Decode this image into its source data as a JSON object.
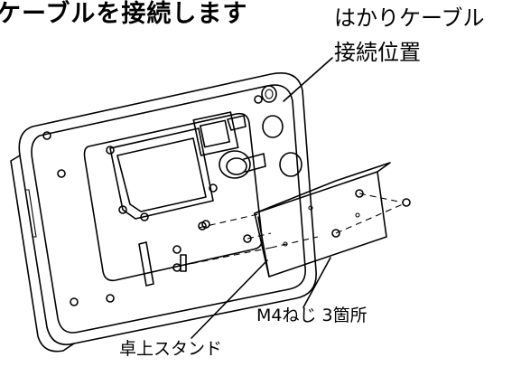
{
  "texts": {
    "title": "ケーブルを接続します",
    "cable_label_line1": "はかりケーブル",
    "cable_label_line2": "接続位置",
    "screw_label": "M4ねじ 3箇所",
    "stand_label": "卓上スタンド"
  },
  "icons": [
    "indicator-rear-panel",
    "cable-connector",
    "screw-icon",
    "stand-bracket"
  ]
}
